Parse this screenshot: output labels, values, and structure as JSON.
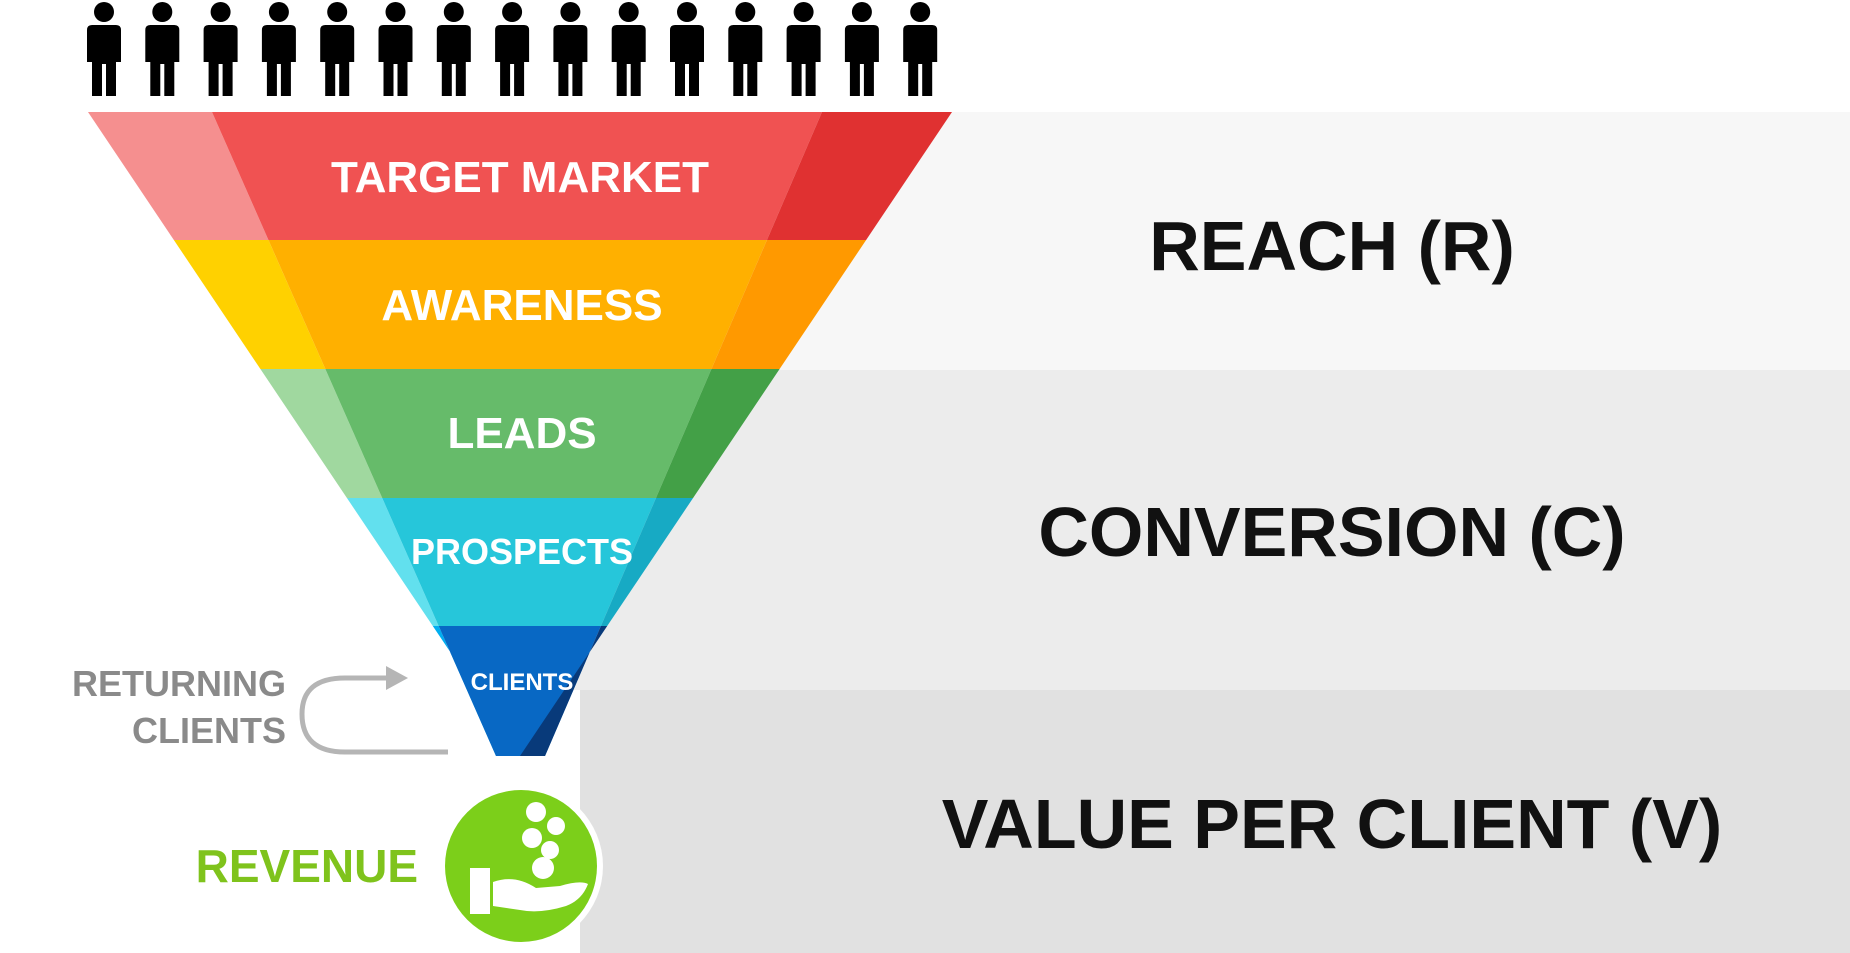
{
  "people_count": 15,
  "funnel": {
    "stages": [
      {
        "label": "TARGET MARKET",
        "color_main": "#f05252",
        "color_light": "#f58f8f",
        "color_dark": "#e03131"
      },
      {
        "label": "AWARENESS",
        "color_main": "#ffb000",
        "color_light": "#ffd100",
        "color_dark": "#ff9900"
      },
      {
        "label": "LEADS",
        "color_main": "#66bb6a",
        "color_light": "#a0d89f",
        "color_dark": "#43a047"
      },
      {
        "label": "PROSPECTS",
        "color_main": "#26c6da",
        "color_light": "#62e0ee",
        "color_dark": "#17aac4"
      },
      {
        "label": "CLIENTS",
        "color_main": "#0868c4",
        "color_light": "#00aef0",
        "color_dark": "#083a7a"
      }
    ]
  },
  "bands": [
    {
      "label": "REACH (R)",
      "color": "#f7f7f7"
    },
    {
      "label": "CONVERSION (C)",
      "color": "#ececec"
    },
    {
      "label": "VALUE PER CLIENT (V)",
      "color": "#e1e1e1"
    }
  ],
  "returning": {
    "line1": "RETURNING",
    "line2": "CLIENTS",
    "color": "#8a8a8a"
  },
  "revenue": {
    "label": "REVENUE",
    "color": "#7fc31c",
    "icon_color": "#7ccf1a"
  }
}
